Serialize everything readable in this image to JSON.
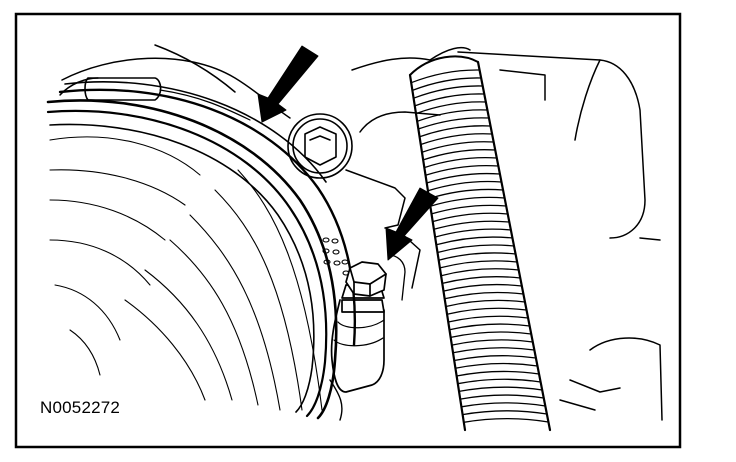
{
  "figure": {
    "id_label": "N0052272",
    "line_color": "#000000",
    "background_color": "#ffffff",
    "callouts": [
      {
        "name": "arrow-pointing-to-clamp-band",
        "direction": "down-left"
      },
      {
        "name": "arrow-pointing-to-clamp-screw",
        "direction": "down-left"
      }
    ]
  }
}
